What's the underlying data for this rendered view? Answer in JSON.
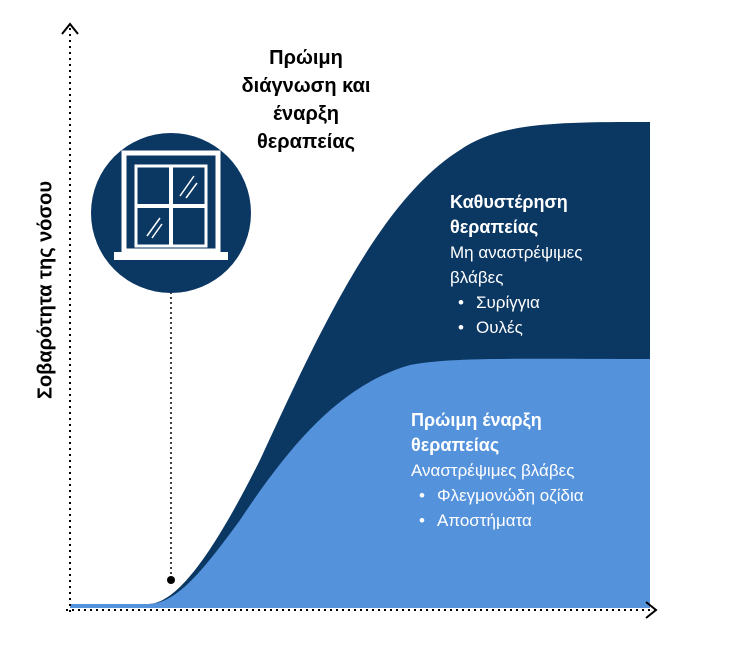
{
  "y_axis_label": "Σοβαρότητα της νόσου",
  "annotation_lines": [
    "Πρώιμη",
    "διάγνωση και",
    "έναρξη",
    "θεραπείας"
  ],
  "late_treatment": {
    "title_lines": [
      "Καθυστέρηση",
      "θεραπείας"
    ],
    "subtitle_lines": [
      "Μη αναστρέψιμες",
      "βλάβες"
    ],
    "bullets": [
      "Συρίγγια",
      "Ουλές"
    ]
  },
  "early_treatment": {
    "title_lines": [
      "Πρώιμη έναρξη",
      "θεραπείας"
    ],
    "subtitle_lines": [
      "Αναστρέψιμες βλάβες"
    ],
    "bullets": [
      "Φλεγμονώδη οζίδια",
      "Αποστήματα"
    ]
  },
  "bullet_char": "•",
  "icons": {
    "window": "window-icon"
  },
  "colors": {
    "dark_blue": "#0b3763",
    "light_blue": "#5592dc",
    "axis": "#000000",
    "text_light": "#ffffff"
  }
}
